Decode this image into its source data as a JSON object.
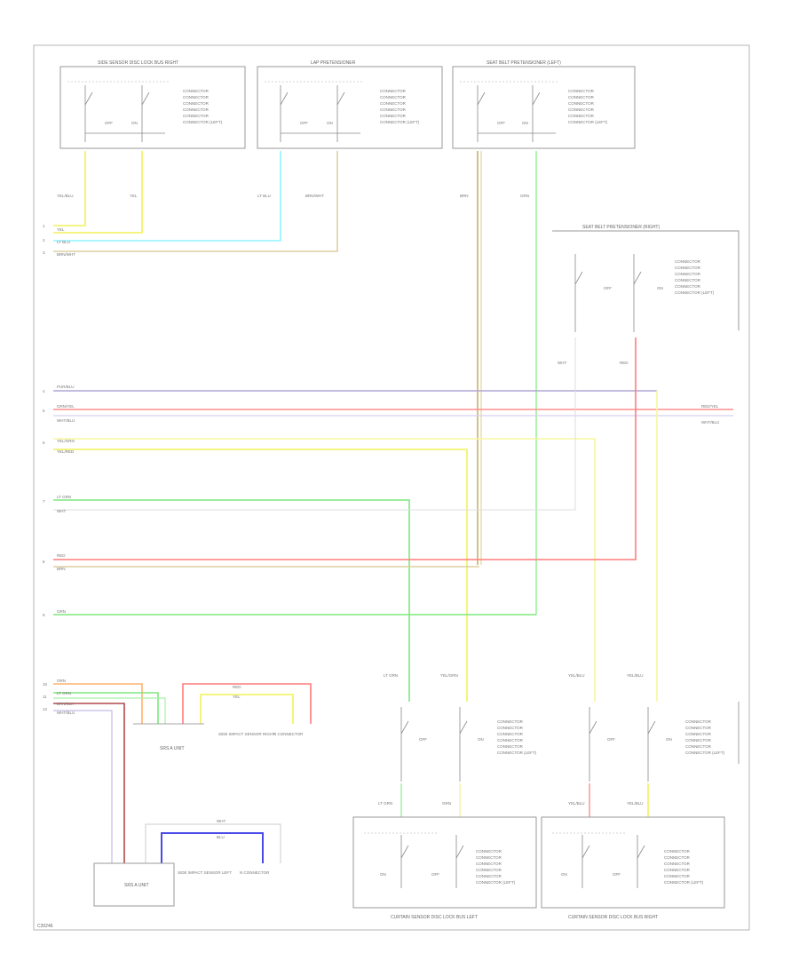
{
  "colors": {
    "yellow": "#f2f25a",
    "cyan": "#8ff3ff",
    "tan": "#dcd1a0",
    "purple": "#b0a6d4",
    "red": "#ff7d7d",
    "green": "#7fe87f",
    "orange": "#ffb26b",
    "darkred": "#b24a4a",
    "blue": "#4a4ae8"
  },
  "components": {
    "seat_sensor_lower_right": "SIDE SENSOR DISC LOCK BUS RIGHT",
    "lap_pretensioner": "LAP PRETENSIONER",
    "seat_belt_pretensioner_left": "SEAT BELT PRETENSIONER (LEFT)",
    "seat_belt_pretensioner_right": "SEAT BELT PRETENSIONER (RIGHT)",
    "srs_unit_top": "SRS A UNIT",
    "srs_unit_bottom": "SRS A UNIT",
    "impact_sensor_top": "SIDE IMPACT SENSOR RIGHT",
    "impact_sensor_bottom": "SIDE IMPACT SENSOR LEFT",
    "connector_top": "N CONNECTOR",
    "connector_bottom": "N CONNECTOR",
    "curtain_sensor_left": "CURTAIN SENSOR DISC LOCK BUS LEFT",
    "curtain_sensor_right": "CURTAIN SENSOR DISC LOCK BUS RIGHT"
  },
  "connector_notes": {
    "lines": [
      "CONNECTOR",
      "CONNECTOR",
      "CONNECTOR",
      "CONNECTOR",
      "CONNECTOR",
      "CONNECTOR (LEFT)"
    ]
  },
  "wire_labels": {
    "top_1": "YEL/BLU",
    "top_2": "YEL",
    "top_3": "LT BLU",
    "top_4": "BRN/WHT",
    "top_5": "BRN",
    "top_6": "GRN",
    "left_1": "YEL",
    "left_2": "LT BLU",
    "left_3": "BRN/WHT",
    "mid_1": "PUR/BLU",
    "mid_2": "GRN/YEL",
    "mid_3": "WHT/BLU",
    "mid_4": "YEL/GRN",
    "mid_5": "YEL/RED",
    "mid_6": "LT GRN",
    "mid_7": "WHT",
    "mid_8": "RED",
    "mid_9": "BRN",
    "mid_10": "GRN",
    "right_1": "RED/YEL",
    "right_2": "WHT/BLU",
    "pret_1": "WHT",
    "pret_2": "RED",
    "bot_1": "ORN",
    "bot_2": "LT GRN",
    "bot_3": "BRN/BLK",
    "bot_4": "WHT/BLU",
    "bot_5": "RED",
    "bot_6": "YEL",
    "bot_7": "WHT",
    "bot_8": "BLU",
    "curt_1": "LT GRN",
    "curt_2": "YEL/GRN",
    "curt_3": "YEL/BLU",
    "curt_4": "YEL/BLU",
    "curt_5": "LT GRN",
    "curt_6": "GRN",
    "curt_7": "YEL/BLU",
    "curt_8": "YEL/BLU",
    "sw_on": "ON",
    "sw_off": "OFF"
  },
  "pin_numbers": {
    "p1": "1",
    "p2": "2",
    "p3": "3",
    "p4": "4",
    "p5": "5",
    "p6": "6",
    "p7": "7",
    "p8": "8",
    "p9": "9",
    "p10": "10",
    "p11": "11",
    "p12": "12"
  },
  "footer": {
    "code": "C20246"
  }
}
